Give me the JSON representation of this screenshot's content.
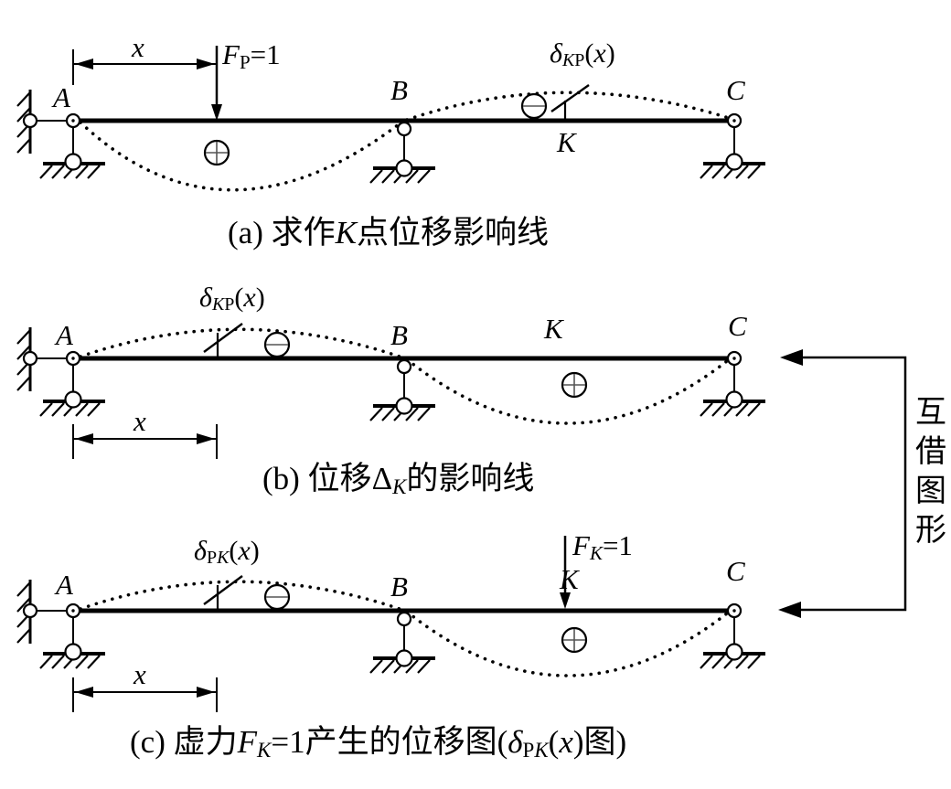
{
  "figure_a": {
    "caption": {
      "pre": "(a) 求作",
      "node": "K",
      "post": "点位移影响线"
    },
    "nodes": {
      "a": "A",
      "b": "B",
      "c": "C",
      "k": "K"
    },
    "dim_label": "x",
    "load": {
      "sym": "F",
      "sub": "P",
      "rest": "=1"
    },
    "delta": {
      "sym": "δ",
      "sub_1": "K",
      "sub_2": "P",
      "open": "(",
      "arg": "x",
      "close": ")"
    }
  },
  "figure_b": {
    "caption": {
      "pre": "(b) 位移",
      "sym": "Δ",
      "sub": "K",
      "post": "的影响线"
    },
    "nodes": {
      "a": "A",
      "b": "B",
      "c": "C",
      "k": "K"
    },
    "dim_label": "x",
    "delta": {
      "sym": "δ",
      "sub_1": "K",
      "sub_2": "P",
      "open": "(",
      "arg": "x",
      "close": ")"
    }
  },
  "figure_c": {
    "caption": {
      "pre": "(c) 虚力",
      "f": "F",
      "f_sub": "K",
      "mid": "=1产生的位移图(",
      "sym": "δ",
      "sub_1": "P",
      "sub_2": "K",
      "open": "(",
      "arg": "x",
      "post": ")图)"
    },
    "nodes": {
      "a": "A",
      "b": "B",
      "c": "C",
      "k": "K"
    },
    "dim_label": "x",
    "load": {
      "sym": "F",
      "sub": "K",
      "rest": "=1"
    },
    "delta": {
      "sym": "δ",
      "sub_1": "P",
      "sub_2": "K",
      "open": "(",
      "arg": "x",
      "close": ")"
    }
  },
  "side_note": {
    "char_1": "互",
    "char_2": "借",
    "char_3": "图",
    "char_4": "形"
  },
  "icons": {
    "positive_zone": "plus-in-circle",
    "negative_zone": "minus-in-circle"
  },
  "colors": {
    "ink": "#000000",
    "background": "#ffffff",
    "sign_line": "#555555"
  }
}
